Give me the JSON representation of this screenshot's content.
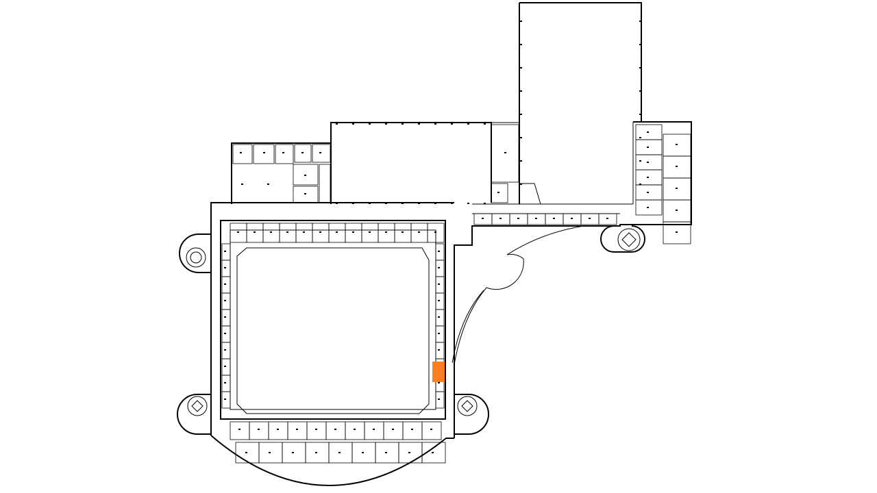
{
  "map": {
    "kind": "floor-plan",
    "background": "#ffffff",
    "line_color": "#000000",
    "highlight_color": "#ff7f1f",
    "highlighted_space": {
      "shown_as": "filled room",
      "count": 1
    }
  }
}
